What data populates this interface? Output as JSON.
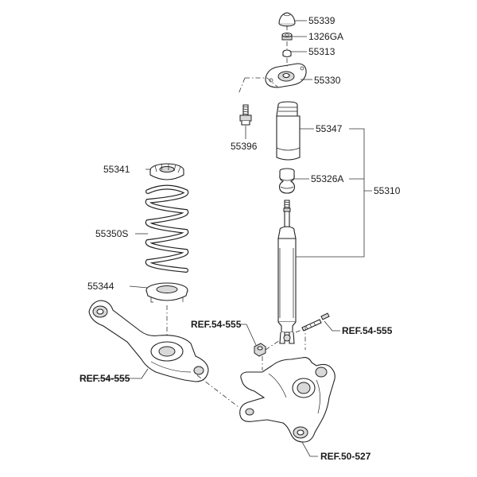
{
  "parts": {
    "p55339": "55339",
    "p1326GA": "1326GA",
    "p55313": "55313",
    "p55330": "55330",
    "p55396": "55396",
    "p55347": "55347",
    "p55326A": "55326A",
    "p55310": "55310",
    "p55341": "55341",
    "p55350S": "55350S",
    "p55344": "55344"
  },
  "refs": {
    "ref_mid_left": "REF.54-555",
    "ref_right": "REF.54-555",
    "ref_lower_left": "REF.54-555",
    "ref_bottom": "REF.50-527"
  }
}
